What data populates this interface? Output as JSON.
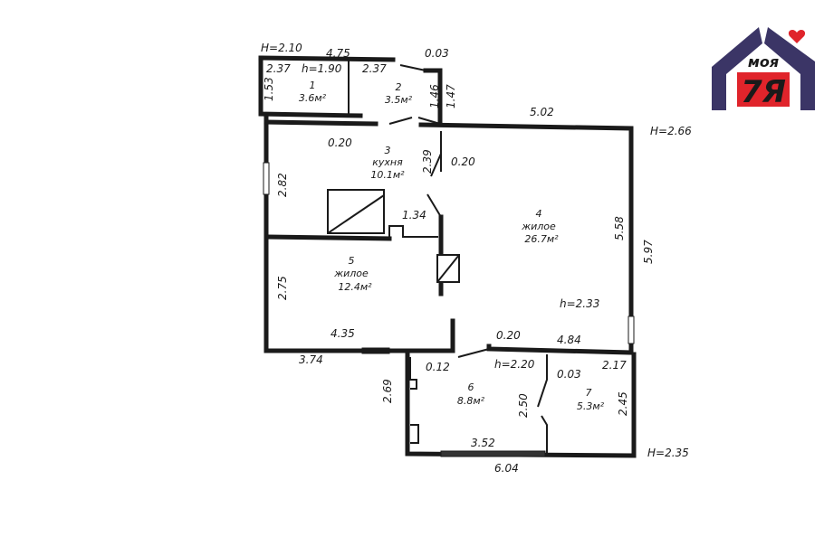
{
  "plan": {
    "rooms": [
      {
        "num": "1",
        "name": "",
        "area": "3.6м²"
      },
      {
        "num": "2",
        "name": "",
        "area": "3.5м²"
      },
      {
        "num": "3",
        "name": "кухня",
        "area": "10.1м²"
      },
      {
        "num": "4",
        "name": "жилое",
        "area": "26.7м²"
      },
      {
        "num": "5",
        "name": "жилое",
        "area": "12.4м²"
      },
      {
        "num": "6",
        "name": "",
        "area": "8.8м²"
      },
      {
        "num": "7",
        "name": "",
        "area": "5.3м²"
      }
    ],
    "heights": {
      "h_porch": "H=2.10",
      "h_room1": "h=1.90",
      "h_main": "H=2.66",
      "h_room4": "h=2.33",
      "h_room6": "h=2.20",
      "h_annex": "H=2.35"
    },
    "dims": {
      "d475": "4.75",
      "d003a": "0.03",
      "d237a": "2.37",
      "d237b": "2.37",
      "d153": "1.53",
      "d146": "1.46",
      "d147": "1.47",
      "d020a": "0.20",
      "d239": "2.39",
      "d020b": "0.20",
      "d502": "5.02",
      "d282": "2.82",
      "d134": "1.34",
      "d558": "5.58",
      "d597": "5.97",
      "d275": "2.75",
      "d435": "4.35",
      "d374": "3.74",
      "d020c": "0.20",
      "d484": "4.84",
      "d012": "0.12",
      "d217": "2.17",
      "d003b": "0.03",
      "d269": "2.69",
      "d250": "2.50",
      "d245": "2.45",
      "d352": "3.52",
      "d604": "6.04"
    }
  },
  "logo": {
    "text_top": "моя",
    "text_bottom": "7Я",
    "color_dark": "#3b3566",
    "color_red": "#e0242b"
  }
}
